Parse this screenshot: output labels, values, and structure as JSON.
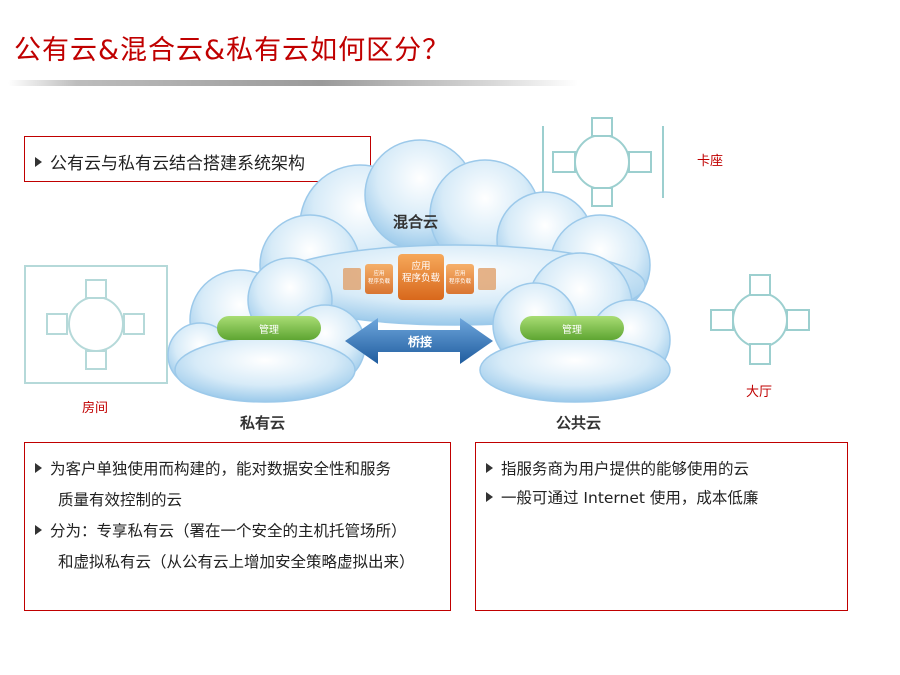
{
  "title": "公有云&混合云&私有云如何区分？",
  "heading": "公有云与私有云结合搭建系统架构",
  "diagram": {
    "hybrid_label": "混合云",
    "app_center": [
      "应用",
      "程序负载"
    ],
    "app_side": [
      "应用",
      "程序负载"
    ],
    "manage_left": "管理",
    "manage_right": "管理",
    "bridge": "桥接",
    "private_label": "私有云",
    "public_label": "公共云",
    "colors": {
      "cloud": "#bcdcf2",
      "manage": "#7cc04a",
      "arrow": "#2f6fb3",
      "app": "#e9862f"
    }
  },
  "floorplans": {
    "booth": "卡座",
    "room": "房间",
    "hall": "大厅"
  },
  "private_desc": {
    "items": [
      [
        "为客户单独使用而构建的，能对数据安全性和服务",
        "质量有效控制的云"
      ],
      [
        "分为：专享私有云（署在一个安全的主机托管场所）",
        "和虚拟私有云（从公有云上增加安全策略虚拟出来）"
      ]
    ]
  },
  "public_desc": {
    "items": [
      [
        "指服务商为用户提供的能够使用的云"
      ],
      [
        "一般可通过 Internet 使用，成本低廉"
      ]
    ]
  }
}
